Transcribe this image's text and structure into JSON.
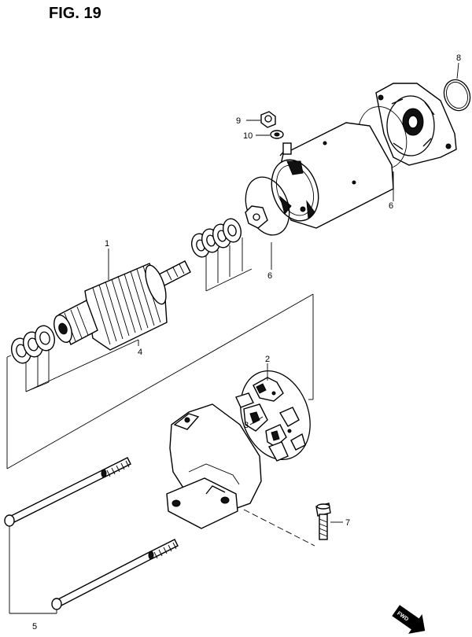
{
  "figure": {
    "title": "FIG. 19"
  },
  "callouts": {
    "c1": "1",
    "c2": "2",
    "c3": "3",
    "c4": "4",
    "c5": "5",
    "c6a": "6",
    "c6b": "6",
    "c7": "7",
    "c8": "8",
    "c9": "9",
    "c10": "10"
  },
  "direction_arrow": {
    "label": "FWD"
  }
}
